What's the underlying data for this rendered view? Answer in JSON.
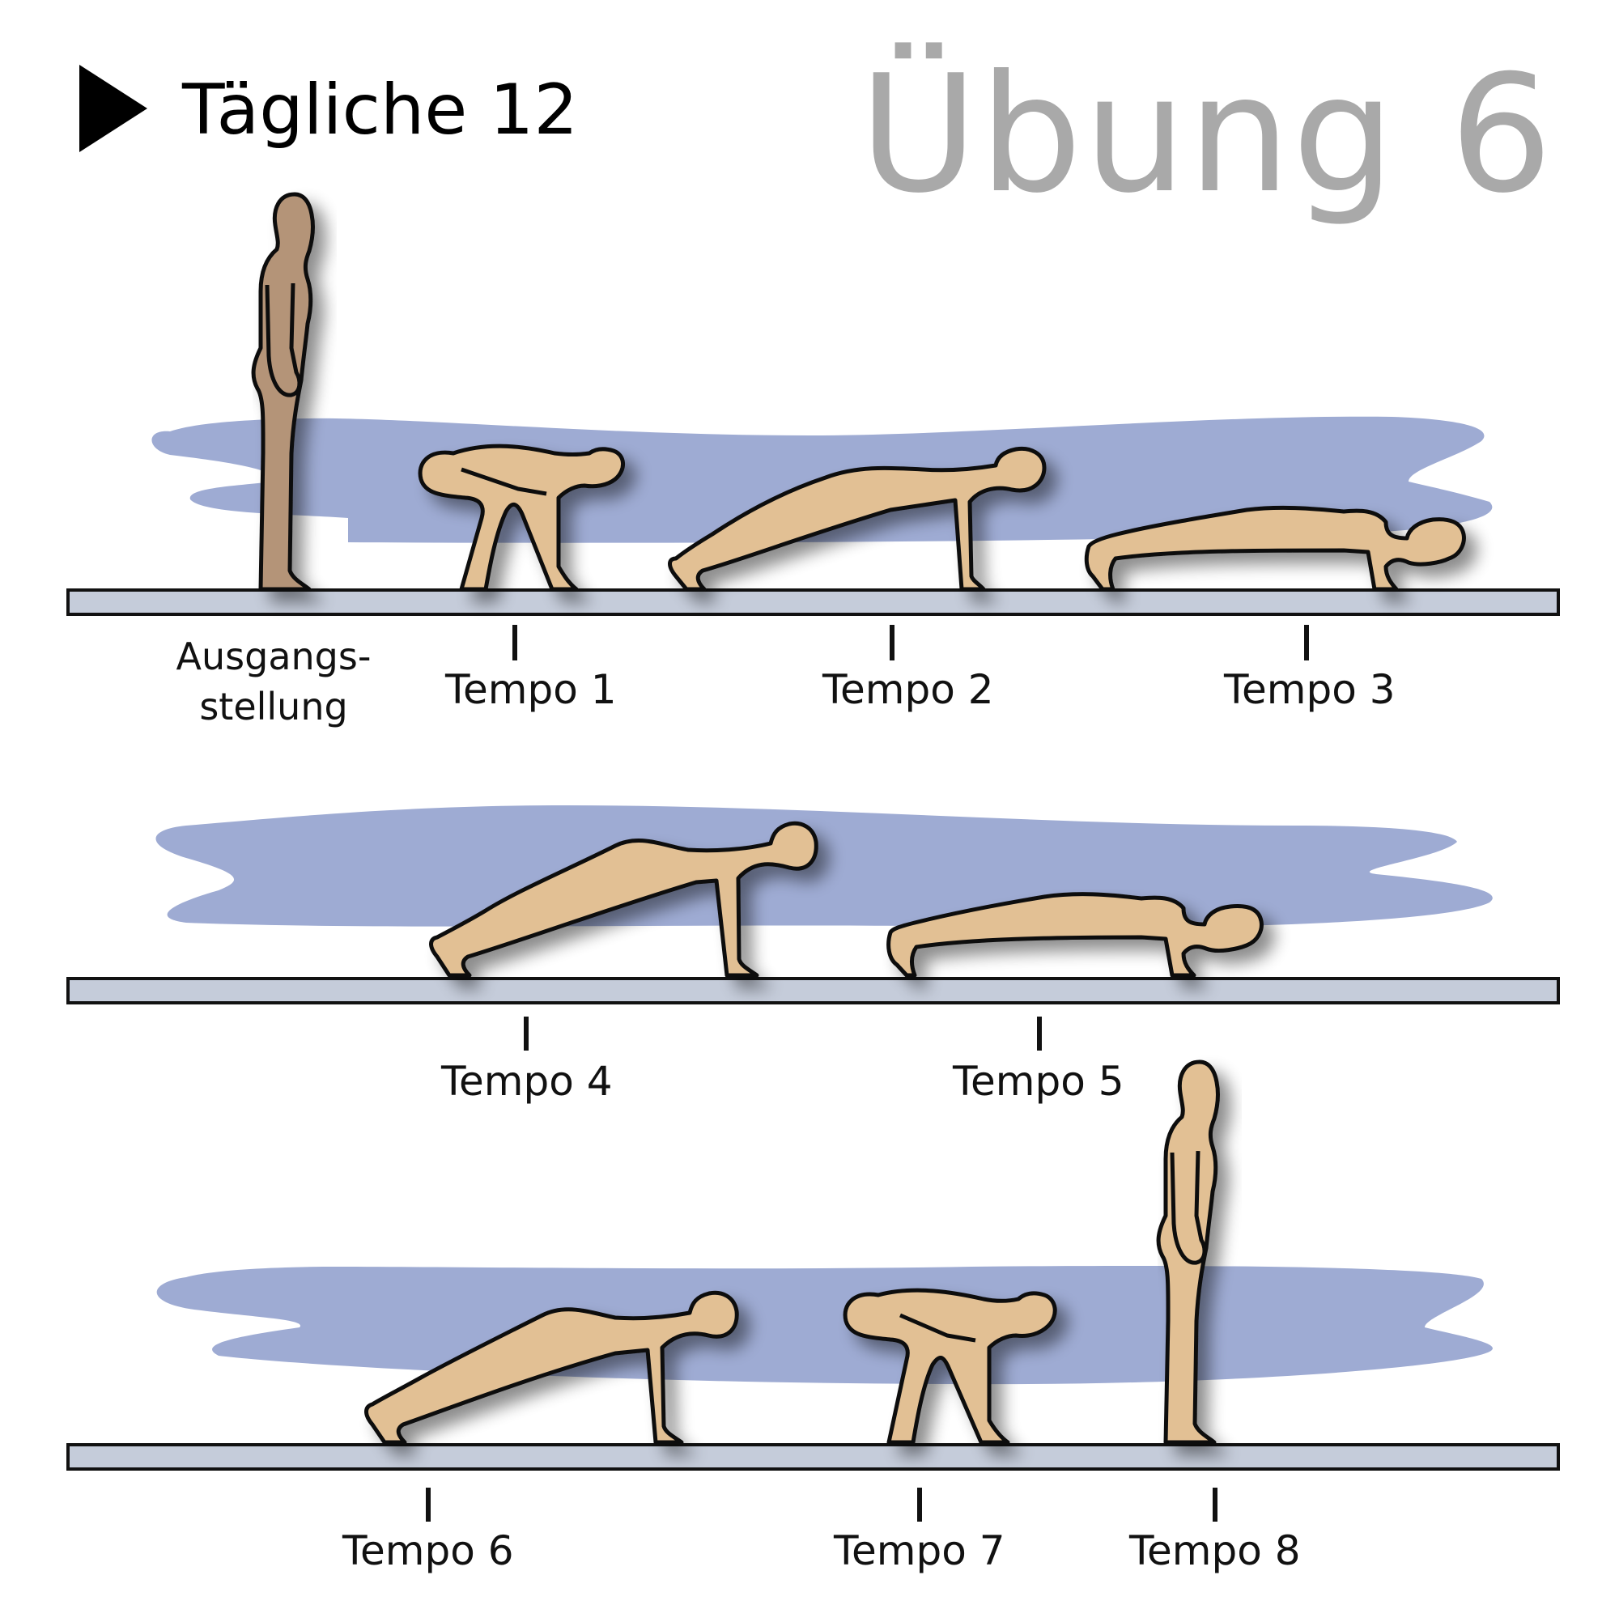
{
  "header": {
    "series_title": "Tägliche 12",
    "exercise_title": "Übung 6",
    "play_icon": "play-triangle-icon"
  },
  "colors": {
    "blob": "#9eabd3",
    "floor_fill": "#c5ccda",
    "figure_light": "#e2c094",
    "figure_dark": "#b49478",
    "outline": "#111111",
    "exercise_title": "#a9a9a9"
  },
  "rows": [
    {
      "steps": [
        {
          "label": "Ausgangs-\nstellung",
          "line1": "Ausgangs-",
          "line2": "stellung",
          "pose": "standing"
        },
        {
          "label": "Tempo 1",
          "pose": "crouch"
        },
        {
          "label": "Tempo 2",
          "pose": "plank-high"
        },
        {
          "label": "Tempo 3",
          "pose": "plank-low"
        }
      ]
    },
    {
      "steps": [
        {
          "label": "Tempo 4",
          "pose": "plank-high"
        },
        {
          "label": "Tempo 5",
          "pose": "plank-low"
        }
      ]
    },
    {
      "steps": [
        {
          "label": "Tempo 6",
          "pose": "plank-high"
        },
        {
          "label": "Tempo 7",
          "pose": "crouch"
        },
        {
          "label": "Tempo 8",
          "pose": "standing"
        }
      ]
    }
  ]
}
